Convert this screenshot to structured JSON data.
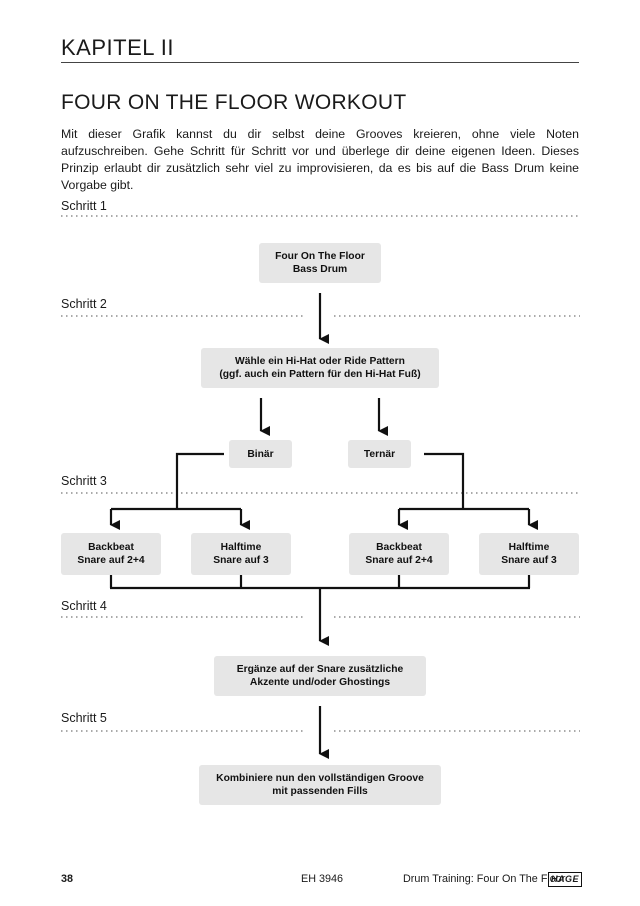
{
  "chapter": "KAPITEL II",
  "title": "FOUR ON THE FLOOR WORKOUT",
  "intro": "Mit dieser Grafik kannst du dir selbst deine Grooves kreieren, ohne viele Noten aufzuschreiben. Gehe Schritt für Schritt vor und überlege dir deine eigenen Ideen. Dieses Prinzip erlaubt dir zusätzlich sehr viel zu improvisieren, da es bis auf die Bass Drum keine Vorgabe gibt.",
  "steps": [
    "Schritt 1",
    "Schritt 2",
    "Schritt 3",
    "Schritt 4",
    "Schritt 5"
  ],
  "boxes": {
    "bass_drum": [
      "Four On The Floor",
      "Bass Drum"
    ],
    "hihat": [
      "Wähle ein Hi-Hat oder Ride Pattern",
      "(ggf. auch ein Pattern für den Hi-Hat Fuß)"
    ],
    "binaer": "Binär",
    "ternaer": "Ternär",
    "backbeat_1": [
      "Backbeat",
      "Snare auf 2+4"
    ],
    "halftime_1": [
      "Halftime",
      "Snare auf 3"
    ],
    "backbeat_2": [
      "Backbeat",
      "Snare auf 2+4"
    ],
    "halftime_2": [
      "Halftime",
      "Snare auf 3"
    ],
    "ghosting": [
      "Ergänze auf der Snare zusätzliche",
      "Akzente und/oder Ghostings"
    ],
    "combine": [
      "Kombiniere nun den vollständigen Groove",
      "mit passenden Fills"
    ]
  },
  "footer": {
    "page": "38",
    "code": "EH 3946",
    "book": "Drum Training: Four On The Floor",
    "publisher": "HAGE"
  }
}
